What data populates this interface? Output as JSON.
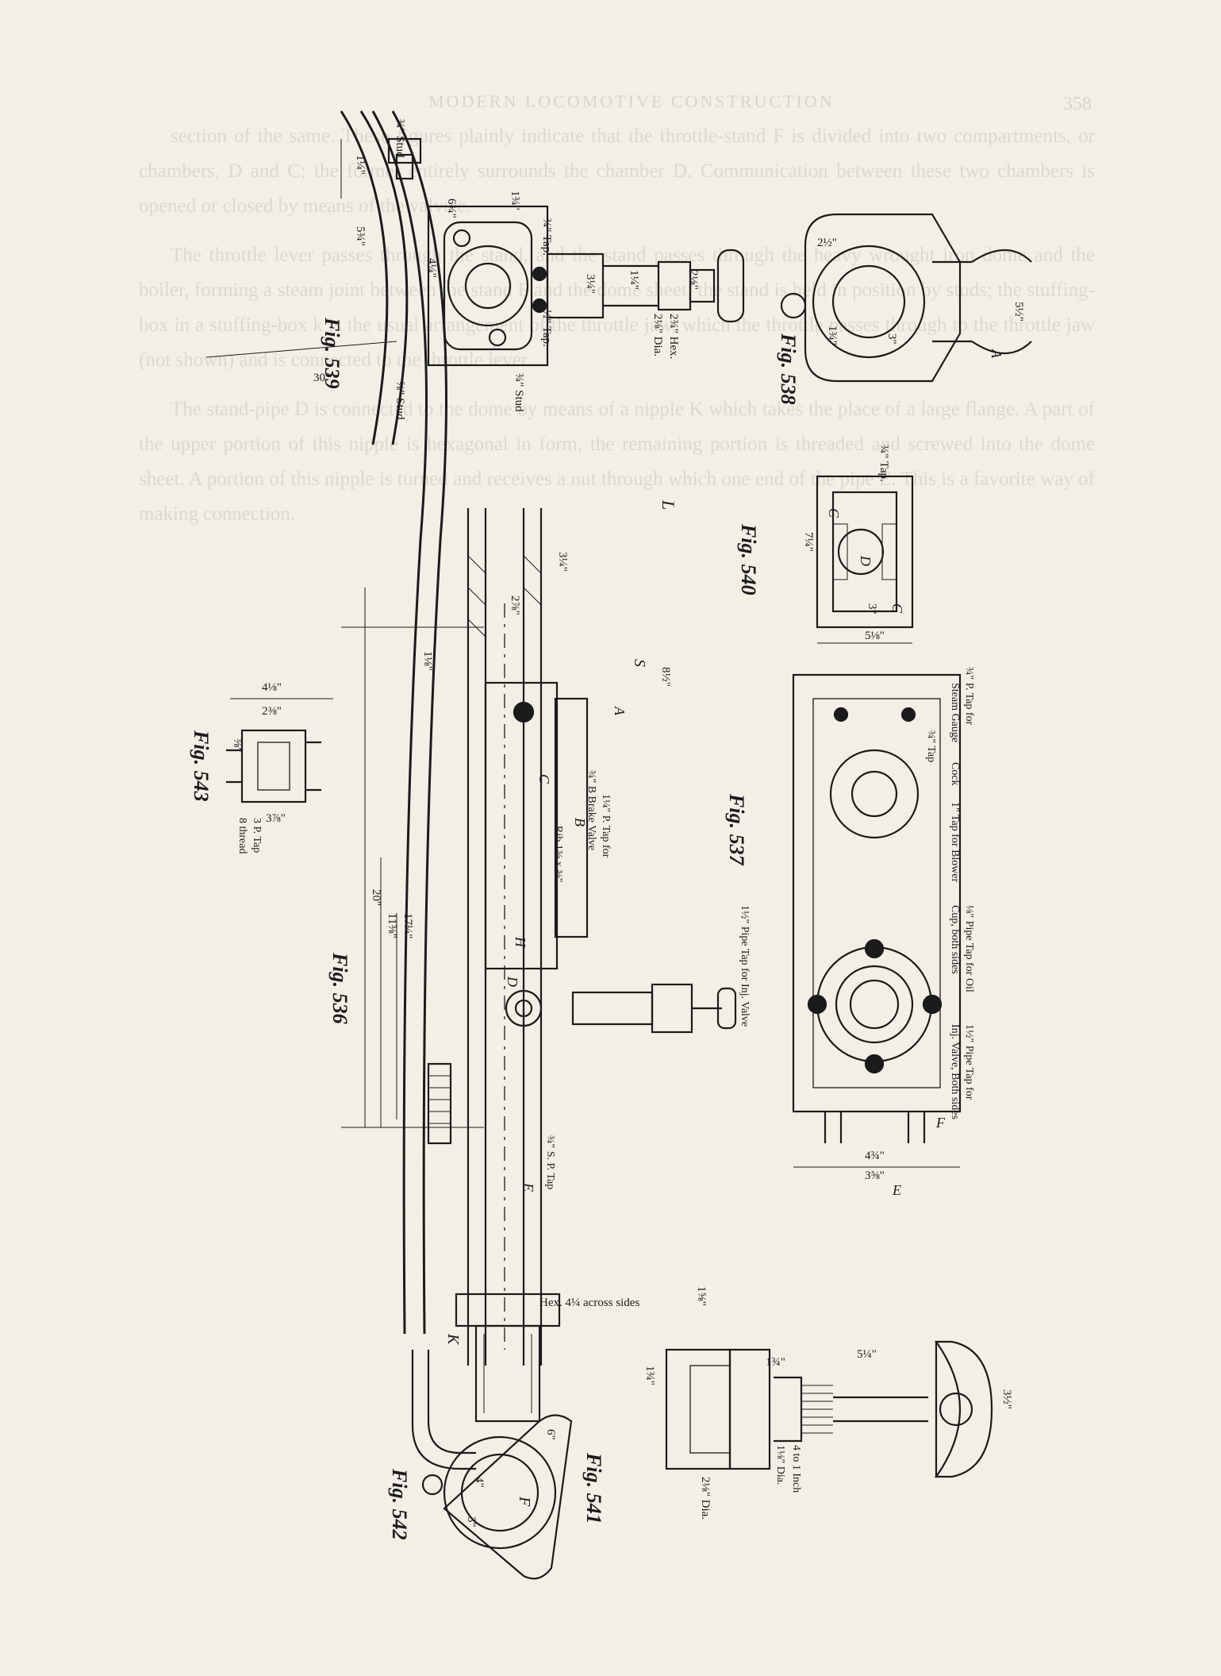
{
  "page": {
    "ghost_header": "MODERN LOCOMOTIVE CONSTRUCTION",
    "ghost_page_number": "358",
    "ghost_paragraphs": [
      "section of the same. These figures plainly indicate that the throttle-stand F is divided into two compartments, or chambers, D and C; the former entirely surrounds the chamber D. Communication between these two chambers is opened or closed by means of the valve e.",
      "The throttle lever passes through the stand, and the stand passes through the heavy wrought iron dome and the boiler, forming a steam joint between the stand F and the dome sheet; the stand is held in position by studs; the stuffing-box in a stuffing-box k is the usual arrangement of the throttle jaw, which the throttle passes through to the throttle jaw (not shown) and is connected to the throttle lever.",
      "The stand-pipe D is connected to the dome by means of a nipple K which takes the place of a large flange. A part of the upper portion of this nipple is hexagonal in form, the remaining portion is threaded and screwed into the dome sheet. A portion of this nipple is turned and receives a nut through which one end of the pipe E. This is a favorite way of making connection."
    ],
    "figures": {
      "fig539": {
        "caption": "Fig. 539",
        "labels": [
          "¾\" Stud",
          "1¼\"",
          "1¾\"",
          "6¾\"",
          "5¾\"",
          "4¼\"",
          "¾\" Tap.",
          "½\" Tap.",
          "¾\" Stud",
          "⅝\" Stud",
          "30°",
          "2⅛\" Dia.",
          "2¾\" Hex.",
          "3¼\"",
          "2⅛\"",
          "1¼\""
        ]
      },
      "fig538": {
        "caption": "Fig. 538",
        "labels": [
          "2½\"",
          "A",
          "1¾\"",
          "3\"",
          "¾\" Tap.",
          "5½\""
        ]
      },
      "fig540": {
        "caption": "Fig. 540",
        "labels": [
          "7¼\"",
          "C",
          "D",
          "C",
          "3\"",
          "5⅛\"",
          "L"
        ]
      },
      "fig537": {
        "caption": "Fig. 537",
        "labels": [
          "¾\" P. Tap for",
          "Steam Gauge",
          "Cock",
          "1\" Tap for Blower",
          "¾\" Tap",
          "⅛\" Pipe Tap for Oil",
          "Cup, both sides",
          "1½\" Pipe Tap for",
          "Inj. Valve, Both sides",
          "1½\" Pipe Tap for Inj. Valve",
          "4¾\"",
          "3⅝\"",
          "E",
          "F"
        ]
      },
      "fig536": {
        "caption": "Fig. 536",
        "labels": [
          "3¼\"",
          "2⅞\"",
          "1⅛\"",
          "S",
          "8½\"",
          "A",
          "C",
          "B",
          "1¼\" P. Tap for",
          "¾\" B Brake Valve",
          "Rib 1⅜ x ⅜\"",
          "H",
          "D",
          "¾\" S. P. Tap",
          "E",
          "20\"",
          "11⅜\"",
          "17¼\""
        ]
      },
      "fig543": {
        "caption": "Fig. 543",
        "labels": [
          "4⅛\"",
          "2⅜\"",
          "⅜\"",
          "3⅞\"",
          "3 P. Tap",
          "8 thread"
        ]
      },
      "fig541": {
        "caption": "Fig. 541",
        "labels": [
          "Hex. 4¼ across sides",
          "1⅝\"",
          "1¾\"",
          "2⅛\" Dia.",
          "1¾\"",
          "5¼\"",
          "4 to 1 Inch",
          "1⅛\" Dia.",
          "3½\""
        ]
      },
      "fig542": {
        "caption": "Fig. 542",
        "labels": [
          "K",
          "F",
          "4\"",
          "3\"",
          "6\""
        ]
      }
    }
  }
}
